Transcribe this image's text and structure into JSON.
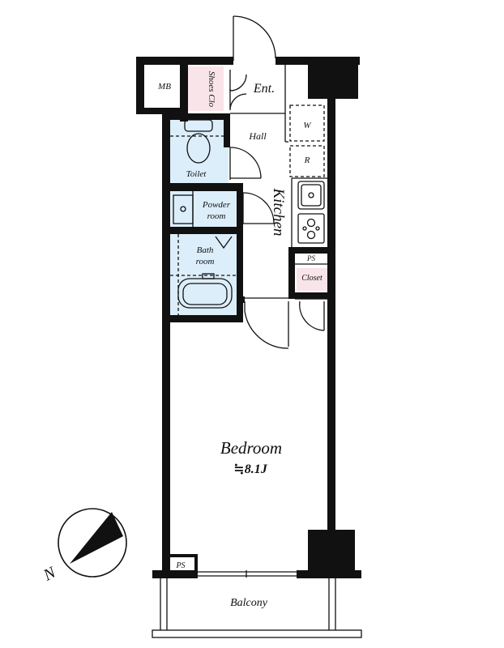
{
  "rooms": {
    "mb": "MB",
    "shoes": "Shoes Clo",
    "entrance": "Ent.",
    "hall": "Hall",
    "washer": "W",
    "fridge": "R",
    "toilet": "Toilet",
    "powder_line1": "Powder",
    "powder_line2": "room",
    "kitchen": "Kitchen",
    "bath_line1": "Bath",
    "bath_line2": "room",
    "ps_upper": "PS",
    "closet": "Closet",
    "bedroom": "Bedroom",
    "bedroom_size": "≒8.1J",
    "ps_lower": "PS",
    "balcony": "Balcony"
  },
  "compass": {
    "north_label": "N"
  },
  "colors": {
    "wall": "#111111",
    "wet_area": "#dceefa",
    "closet_tint": "#f9e4ea"
  }
}
